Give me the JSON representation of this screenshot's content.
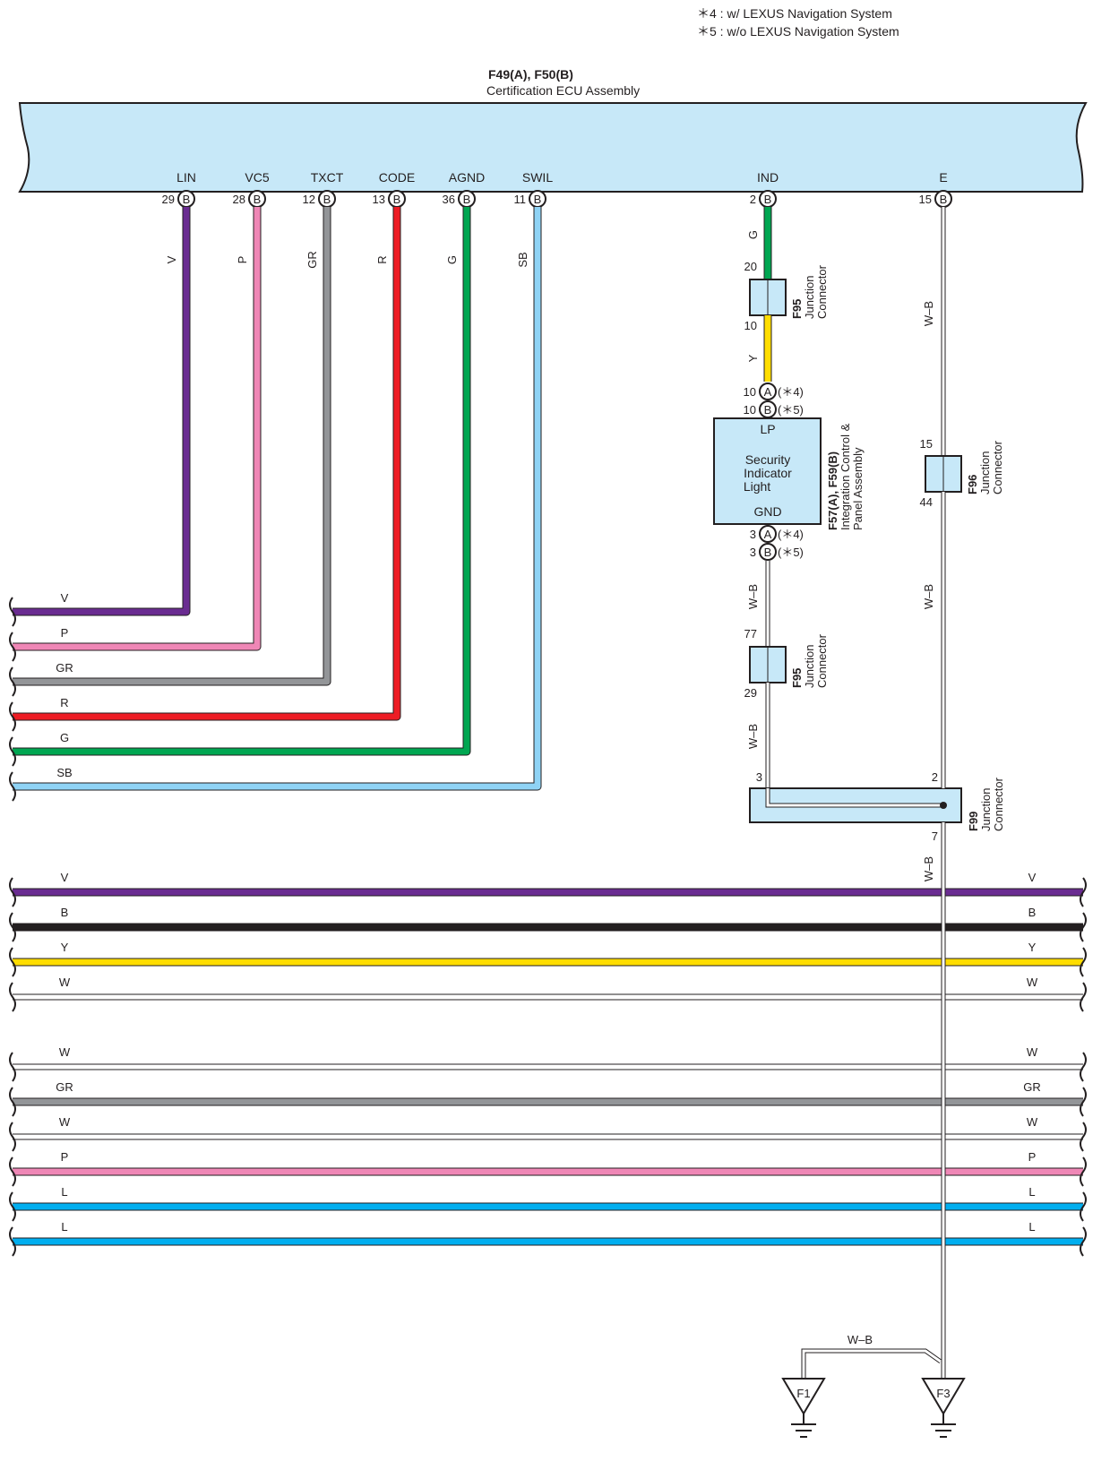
{
  "colors": {
    "V": "#6a2c91",
    "P": "#ef87b6",
    "GR": "#939598",
    "R": "#ed1c24",
    "G": "#00a651",
    "SB": "#8fd3f5",
    "B": "#231f20",
    "Y": "#ffdd00",
    "W": "#ffffff",
    "L": "#00aeef",
    "box_fill": "#c7e8f8",
    "outline": "#231f20"
  },
  "notes": [
    "＊4 : w/ LEXUS Navigation System",
    "＊5 : w/o LEXUS Navigation System"
  ],
  "ecu": {
    "code": "F49(A), F50(B)",
    "name": "Certification ECU Assembly",
    "pins": [
      {
        "name": "LIN",
        "num": "29",
        "conn": "B",
        "wire": "V"
      },
      {
        "name": "VC5",
        "num": "28",
        "conn": "B",
        "wire": "P"
      },
      {
        "name": "TXCT",
        "num": "12",
        "conn": "B",
        "wire": "GR"
      },
      {
        "name": "CODE",
        "num": "13",
        "conn": "B",
        "wire": "R"
      },
      {
        "name": "AGND",
        "num": "36",
        "conn": "B",
        "wire": "G"
      },
      {
        "name": "SWIL",
        "num": "11",
        "conn": "B",
        "wire": "SB"
      },
      {
        "name": "IND",
        "num": "2",
        "conn": "B",
        "wire": "G"
      },
      {
        "name": "E",
        "num": "15",
        "conn": "B",
        "wire": "W–B"
      }
    ]
  },
  "ind_chain": {
    "f95_top": {
      "code": "F95",
      "label1": "Junction",
      "label2": "Connector",
      "pin_in": "20",
      "pin_out": "10"
    },
    "wire_after": "Y",
    "lp_pins": [
      {
        "num": "10",
        "conn": "A",
        "note": "(＊4)"
      },
      {
        "num": "10",
        "conn": "B",
        "note": "(＊5)"
      }
    ],
    "panel": {
      "lp": "LP",
      "line1": "Security",
      "line2": "Indicator",
      "line3": "Light",
      "gnd": "GND",
      "code": "F57(A), F59(B)",
      "name1": "Integration Control &",
      "name2": "Panel Assembly"
    },
    "gnd_pins": [
      {
        "num": "3",
        "conn": "A",
        "note": "(＊4)"
      },
      {
        "num": "3",
        "conn": "B",
        "note": "(＊5)"
      }
    ],
    "wire_gnd": "W–B",
    "f95_bottom": {
      "code": "F95",
      "label1": "Junction",
      "label2": "Connector",
      "pin_in": "77",
      "pin_out": "29"
    },
    "wire_gnd2": "W–B"
  },
  "e_chain": {
    "wire": "W–B",
    "f96": {
      "code": "F96",
      "label1": "Junction",
      "label2": "Connector",
      "pin_in": "15",
      "pin_out": "44"
    },
    "wire2": "W–B"
  },
  "f99": {
    "code": "F99",
    "label1": "Junction",
    "label2": "Connector",
    "pin_left": "3",
    "pin_right": "2",
    "pin_out": "7",
    "wire_out": "W–B"
  },
  "left_wires": [
    "V",
    "P",
    "GR",
    "R",
    "G",
    "SB"
  ],
  "bus_wires": [
    "V",
    "B",
    "Y",
    "W",
    "W",
    "GR",
    "W",
    "P",
    "L",
    "L"
  ],
  "grounds": {
    "wire": "W–B",
    "left": "F1",
    "right": "F3"
  }
}
